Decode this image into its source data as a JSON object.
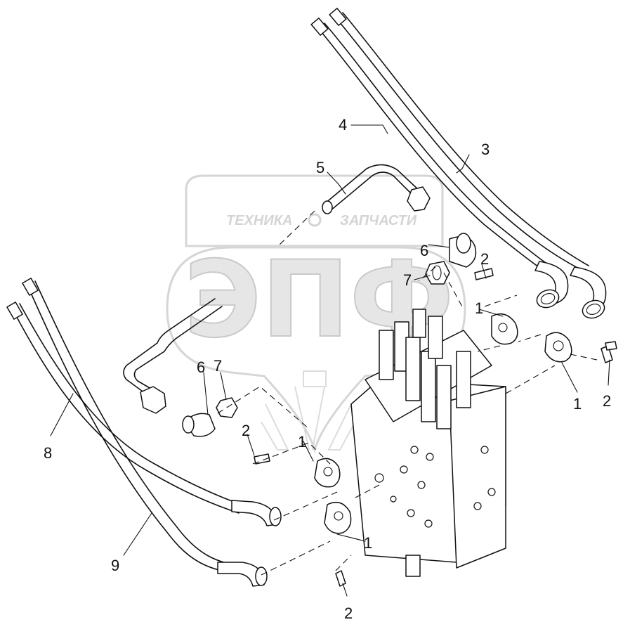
{
  "watermark": {
    "left_word": "ТЕХНИКА",
    "right_word": "ЗАПЧАСТИ",
    "logo_letters": "ЭПФ",
    "color": "#d0d0d0"
  },
  "callouts": {
    "part_1": "1",
    "part_2": "2",
    "part_3": "3",
    "part_4": "4",
    "part_5": "5",
    "part_6": "6",
    "part_7": "7",
    "part_8": "8",
    "part_9": "9"
  },
  "line_color": "#111111"
}
